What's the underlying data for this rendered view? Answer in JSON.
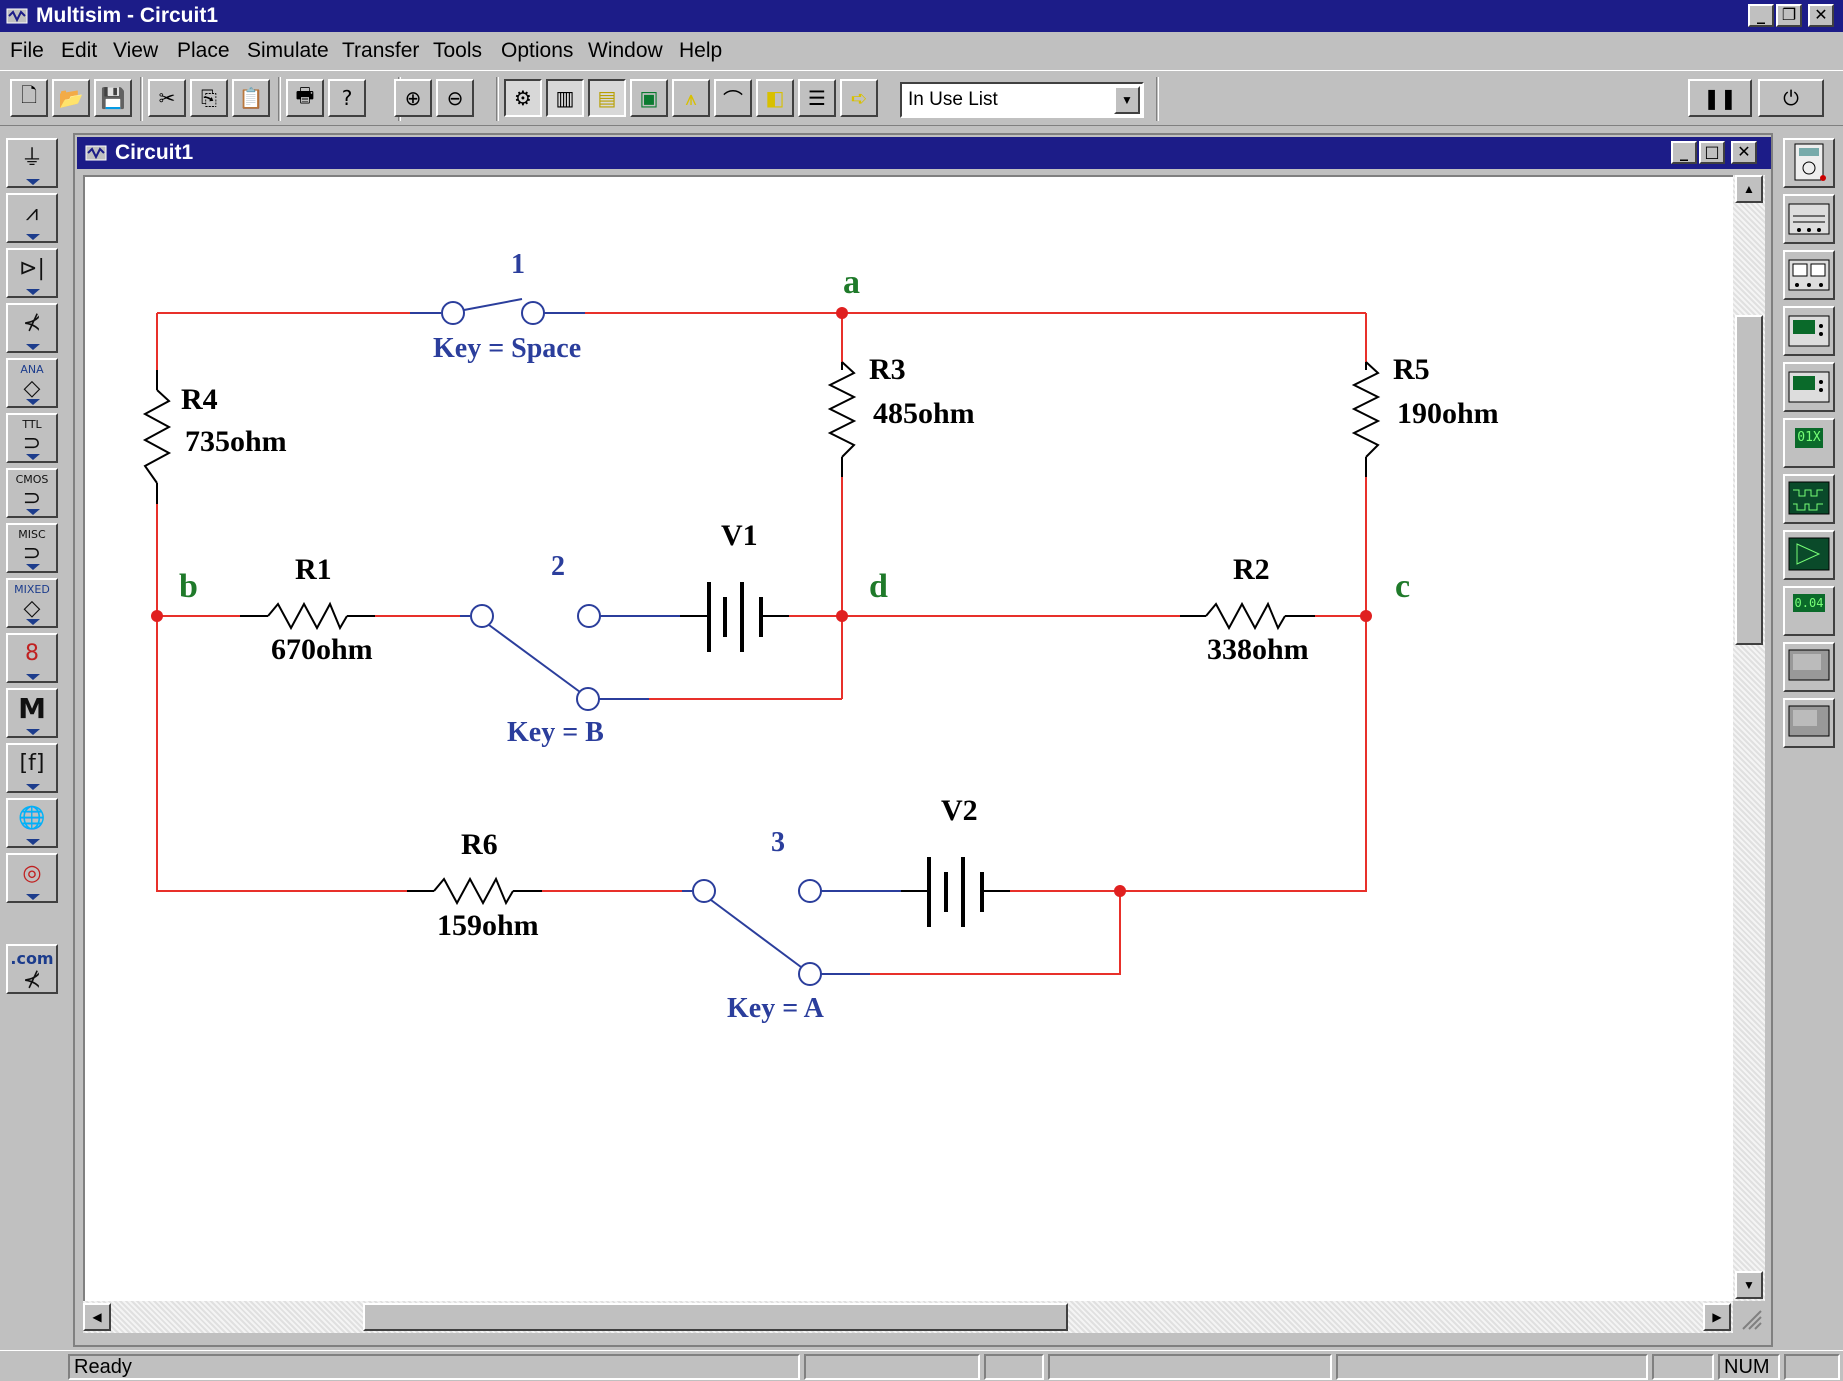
{
  "window": {
    "title": "Multisim - Circuit1"
  },
  "menu": [
    {
      "label": "File"
    },
    {
      "label": "Edit"
    },
    {
      "label": "View"
    },
    {
      "label": "Place"
    },
    {
      "label": "Simulate"
    },
    {
      "label": "Transfer"
    },
    {
      "label": "Tools"
    },
    {
      "label": "Options"
    },
    {
      "label": "Window"
    },
    {
      "label": "Help"
    }
  ],
  "toolbar": {
    "component_list": {
      "selected": "In Use List"
    }
  },
  "circuit_window": {
    "title": "Circuit1"
  },
  "schematic": {
    "nodes": {
      "a": "a",
      "b": "b",
      "c": "c",
      "d": "d"
    },
    "resistors": [
      {
        "ref": "R1",
        "value": "670ohm"
      },
      {
        "ref": "R2",
        "value": "338ohm"
      },
      {
        "ref": "R3",
        "value": "485ohm"
      },
      {
        "ref": "R4",
        "value": "735ohm"
      },
      {
        "ref": "R5",
        "value": "190ohm"
      },
      {
        "ref": "R6",
        "value": "159ohm"
      }
    ],
    "sources": [
      {
        "ref": "V1"
      },
      {
        "ref": "V2"
      }
    ],
    "switches": [
      {
        "number": "1",
        "key": "Key = Space"
      },
      {
        "number": "2",
        "key": "Key = B"
      },
      {
        "number": "3",
        "key": "Key = A"
      }
    ],
    "colors": {
      "wire": "#e8302a",
      "junction": "#e02020",
      "node_label": "#1f7a2a",
      "switch": "#2b3e9c",
      "component": "#000000"
    }
  },
  "statusbar": {
    "message": "Ready",
    "num_indicator": "NUM"
  },
  "side_toolbar": {
    "labels": [
      "ANA",
      "TTL",
      "CMOS",
      "MISC",
      "MIXED",
      ".com"
    ]
  },
  "instruments": {
    "labels": [
      "01X",
      "0.04"
    ]
  }
}
